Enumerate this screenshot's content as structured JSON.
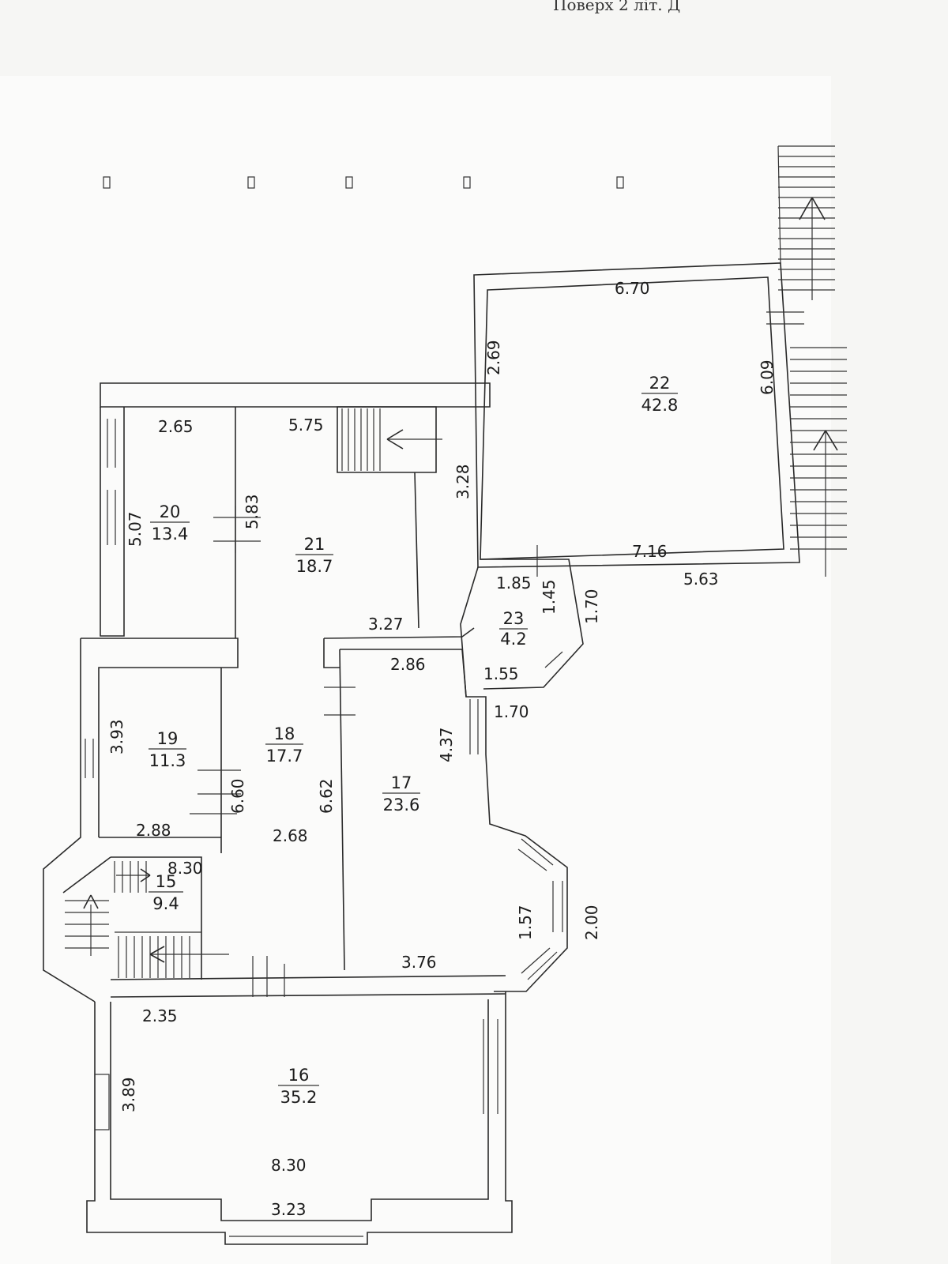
{
  "header": {
    "text": "Поверх 2 літ. Д"
  },
  "rooms": [
    {
      "id": "room-15",
      "number": "15",
      "area": "9.4"
    },
    {
      "id": "room-16",
      "number": "16",
      "area": "35.2"
    },
    {
      "id": "room-17",
      "number": "17",
      "area": "23.6"
    },
    {
      "id": "room-18",
      "number": "18",
      "area": "17.7"
    },
    {
      "id": "room-19",
      "number": "19",
      "area": "11.3"
    },
    {
      "id": "room-20",
      "number": "20",
      "area": "13.4"
    },
    {
      "id": "room-21",
      "number": "21",
      "area": "18.7"
    },
    {
      "id": "room-22",
      "number": "22",
      "area": "42.8"
    },
    {
      "id": "room-23",
      "number": "23",
      "area": "4.2"
    }
  ],
  "dimensions": [
    "6.70",
    "2.69",
    "6.09",
    "7.16",
    "5.63",
    "2.65",
    "5.75",
    "3.28",
    "5.07",
    "5.83",
    "1.85",
    "1.45",
    "1.70",
    "3.27",
    "1.55",
    "2.86",
    "1.70",
    "3.93",
    "4.37",
    "6.62",
    "6.60",
    "2.68",
    "2.88",
    "8.30",
    "1.57",
    "2.00",
    "3.76",
    "2.35",
    "3.89",
    "8.30",
    "3.23"
  ]
}
